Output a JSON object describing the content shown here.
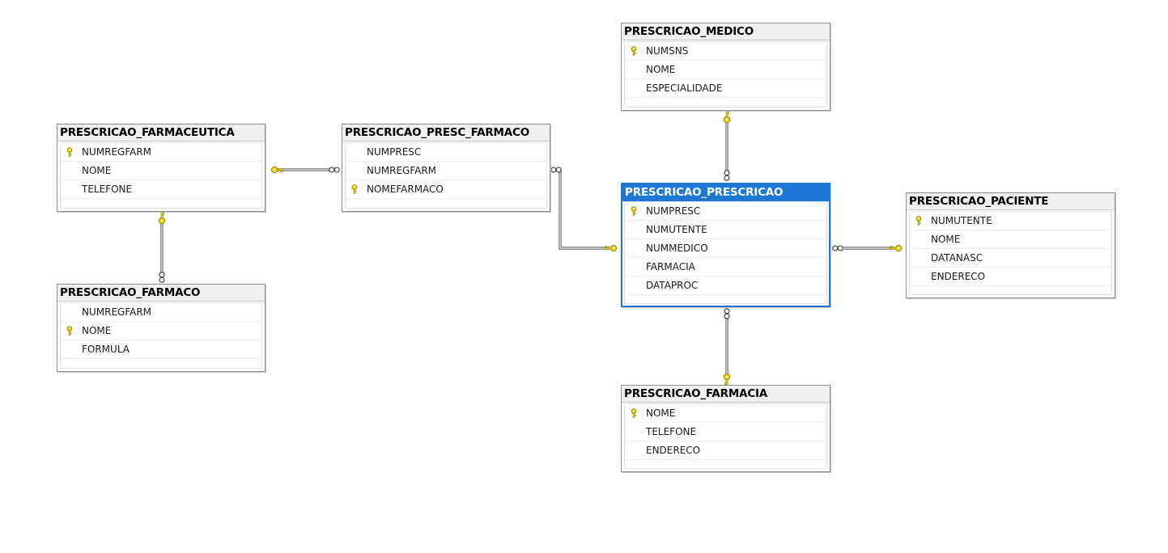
{
  "diagram": {
    "tables": [
      {
        "id": "farmaceutica",
        "name": "PRESCRICAO_FARMACEUTICA",
        "selected": false,
        "columns": [
          {
            "name": "NUMREGFARM",
            "key": true
          },
          {
            "name": "NOME",
            "key": false
          },
          {
            "name": "TELEFONE",
            "key": false
          }
        ]
      },
      {
        "id": "presc_farmaco",
        "name": "PRESCRICAO_PRESC_FARMACO",
        "selected": false,
        "columns": [
          {
            "name": "NUMPRESC",
            "key": false
          },
          {
            "name": "NUMREGFARM",
            "key": false
          },
          {
            "name": "NOMEFARMACO",
            "key": true
          }
        ]
      },
      {
        "id": "medico",
        "name": "PRESCRICAO_MEDICO",
        "selected": false,
        "columns": [
          {
            "name": "NUMSNS",
            "key": true
          },
          {
            "name": "NOME",
            "key": false
          },
          {
            "name": "ESPECIALIDADE",
            "key": false
          }
        ]
      },
      {
        "id": "prescricao",
        "name": "PRESCRICAO_PRESCRICAO",
        "selected": true,
        "columns": [
          {
            "name": "NUMPRESC",
            "key": true
          },
          {
            "name": "NUMUTENTE",
            "key": false
          },
          {
            "name": "NUMMEDICO",
            "key": false
          },
          {
            "name": "FARMACIA",
            "key": false
          },
          {
            "name": "DATAPROC",
            "key": false
          }
        ]
      },
      {
        "id": "paciente",
        "name": "PRESCRICAO_PACIENTE",
        "selected": false,
        "columns": [
          {
            "name": "NUMUTENTE",
            "key": true
          },
          {
            "name": "NOME",
            "key": false
          },
          {
            "name": "DATANASC",
            "key": false
          },
          {
            "name": "ENDERECO",
            "key": false
          }
        ]
      },
      {
        "id": "farmaco",
        "name": "PRESCRICAO_FARMACO",
        "selected": false,
        "columns": [
          {
            "name": "NUMREGFARM",
            "key": false
          },
          {
            "name": "NOME",
            "key": true
          },
          {
            "name": "FORMULA",
            "key": false
          }
        ]
      },
      {
        "id": "farmacia",
        "name": "PRESCRICAO_FARMACIA",
        "selected": false,
        "columns": [
          {
            "name": "NOME",
            "key": true
          },
          {
            "name": "TELEFONE",
            "key": false
          },
          {
            "name": "ENDERECO",
            "key": false
          }
        ]
      }
    ],
    "relationships": [
      {
        "from": "presc_farmaco",
        "to": "farmaceutica",
        "one_end_icon": "key-icon",
        "many_end_icon": "infinity-icon"
      },
      {
        "from": "farmaco",
        "to": "farmaceutica",
        "one_end_icon": "key-icon",
        "many_end_icon": "infinity-icon"
      },
      {
        "from": "presc_farmaco",
        "to": "prescricao",
        "one_end_icon": "key-icon",
        "many_end_icon": "infinity-icon"
      },
      {
        "from": "prescricao",
        "to": "medico",
        "one_end_icon": "key-icon",
        "many_end_icon": "infinity-icon"
      },
      {
        "from": "prescricao",
        "to": "paciente",
        "one_end_icon": "key-icon",
        "many_end_icon": "infinity-icon"
      },
      {
        "from": "prescricao",
        "to": "farmacia",
        "one_end_icon": "key-icon",
        "many_end_icon": "infinity-icon"
      }
    ],
    "colors": {
      "selected_accent": "#1c78d3",
      "key_fill": "#f2dc00",
      "key_stroke": "#8a7b00",
      "border": "#8c8c8c",
      "header_bg": "#f0f0f0"
    }
  }
}
